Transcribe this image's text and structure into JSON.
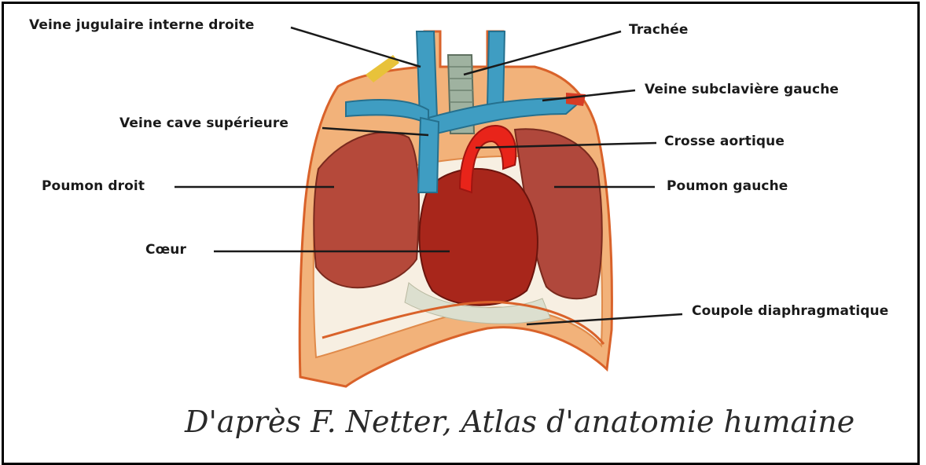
{
  "labels": {
    "jugular": "Veine jugulaire interne droite",
    "trachea": "Trachée",
    "subclavian": "Veine subclavière gauche",
    "vena_cava": "Veine cave supérieure",
    "aortic_arch": "Crosse aortique",
    "right_lung": "Poumon droit",
    "left_lung": "Poumon gauche",
    "heart": "Cœur",
    "diaphragm": "Coupole diaphragmatique"
  },
  "caption": "D'après F. Netter, Atlas d'anatomie humaine",
  "colors": {
    "frame": "#000000",
    "label_text": "#1a1a1a",
    "leader_line": "#1a1a1a",
    "lung": "#b5493a",
    "heart": "#a8261b",
    "aorta": "#e8241a",
    "veins": "#3f9dc2",
    "trachea": "#9fb2a0",
    "pleura_edge": "#e8772a"
  }
}
